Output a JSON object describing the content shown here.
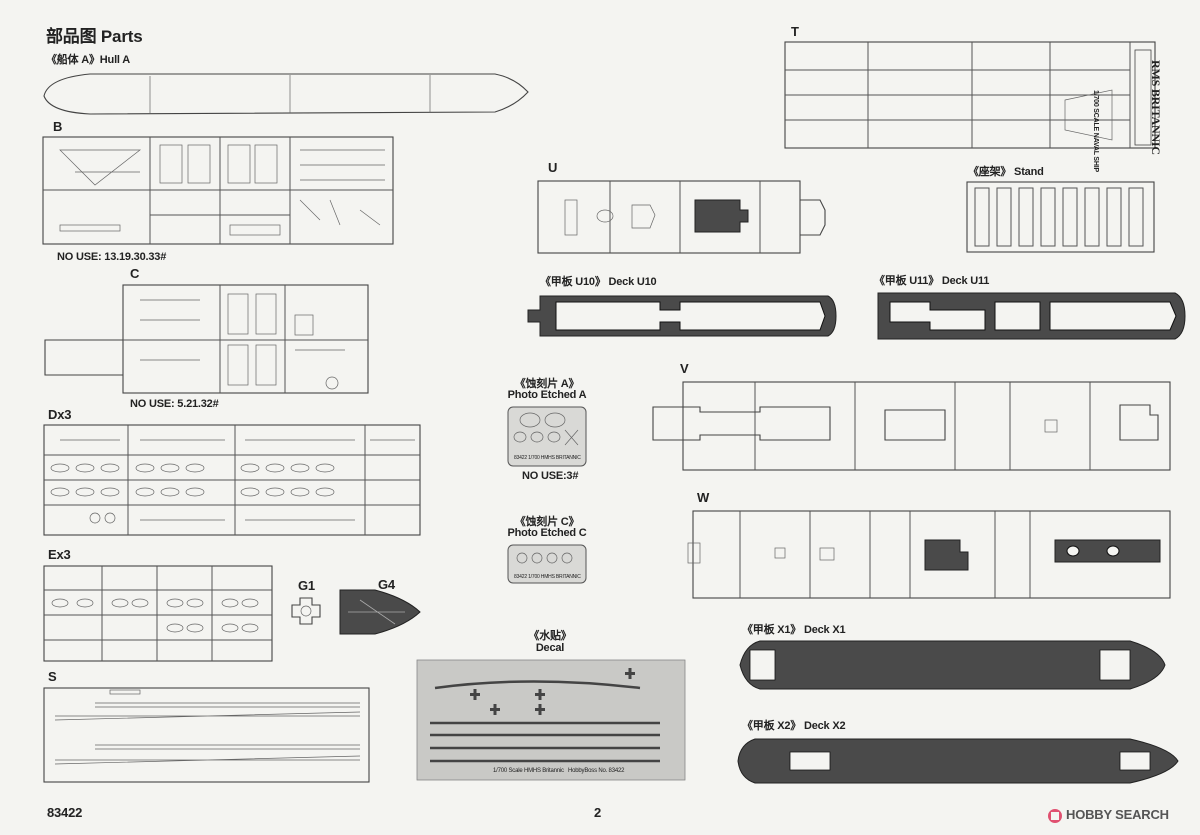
{
  "header": {
    "title": "部品图 Parts"
  },
  "hull": {
    "label": "《船体 A》Hull A"
  },
  "sprues": {
    "B": {
      "letter": "B",
      "no_use": "NO USE: 13.19.30.33#"
    },
    "C": {
      "letter": "C",
      "no_use": "NO USE: 5.21.32#"
    },
    "Dx3": {
      "letter": "Dx3"
    },
    "Ex3": {
      "letter": "Ex3"
    },
    "G1": {
      "letter": "G1"
    },
    "G4": {
      "letter": "G4"
    },
    "S": {
      "letter": "S"
    },
    "T": {
      "letter": "T",
      "side_text": "1/700 SCALE NAVAL SHIP",
      "name_text": "RMS BRITANNIC"
    },
    "U": {
      "letter": "U"
    },
    "V": {
      "letter": "V"
    },
    "W": {
      "letter": "W"
    }
  },
  "stand": {
    "label": "《座架》 Stand"
  },
  "decks": {
    "U10": {
      "label": "《甲板 U10》 Deck U10"
    },
    "U11": {
      "label": "《甲板 U11》 Deck U11"
    },
    "X1": {
      "label": "《甲板 X1》 Deck X1"
    },
    "X2": {
      "label": "《甲板 X2》 Deck X2"
    }
  },
  "photo_etched_a": {
    "label_cn": "《蚀刻片 A》",
    "label_en": "Photo Etched A",
    "no_use": "NO USE:3#",
    "footer": "83422 1/700 HMHS BRITANNIC"
  },
  "photo_etched_c": {
    "label_cn": "《蚀刻片 C》",
    "label_en": "Photo Etched C",
    "footer": "83422 1/700 HMHS BRITANNIC"
  },
  "decal": {
    "label_cn": "《水贴》",
    "label_en": "Decal",
    "footer_left": "1/700 Scale HMHS Britannic",
    "footer_right": "HobbyBoss No. 83422"
  },
  "footer": {
    "code": "83422",
    "page": "2",
    "watermark": "HOBBY SEARCH"
  },
  "colors": {
    "deck": "#4a4a4a",
    "background": "#f4f4f1",
    "watermark": "#e05070"
  }
}
